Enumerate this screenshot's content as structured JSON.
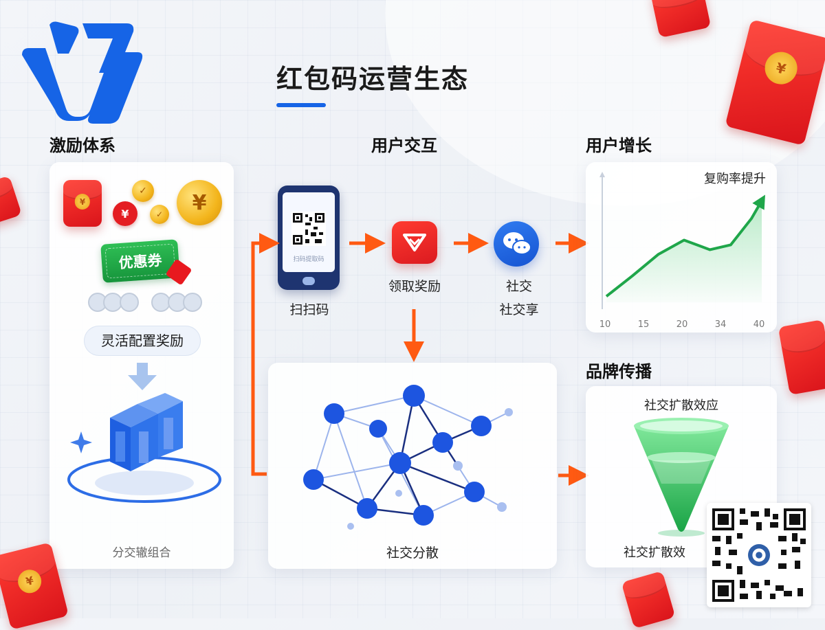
{
  "title": "红包码运营生态",
  "sections": {
    "incentive": "激励体系",
    "interaction": "用户交互",
    "growth": "用户增长",
    "brand": "品牌传播"
  },
  "incentive_card": {
    "coupon": "优惠券",
    "yuan_symbol": "¥",
    "config_pill": "灵活配置奖励",
    "bottom_label": "分交辙组合"
  },
  "interaction_flow": {
    "phone_screen_text": "扫码提取码",
    "scan_label": "扫扫码",
    "reward_label": "领取奖励",
    "social_label_1": "社交",
    "social_label_2": "社交享",
    "network_label": "社交分散"
  },
  "growth_card": {
    "chart_title": "复购率提升"
  },
  "brand_card": {
    "top_label": "社交扩散效应",
    "bottom_label": "社交扩散效"
  },
  "colors": {
    "brand_blue": "#1664e6",
    "arrow_orange": "#ff5a12",
    "chart_green": "#1fa64a",
    "red_envelope": "#e8191f"
  },
  "chart_data": {
    "type": "line",
    "title": "复购率提升",
    "x_tick_labels": [
      "10",
      "15",
      "20",
      "34",
      "40"
    ],
    "x": [
      10,
      15,
      20,
      25,
      30,
      34,
      38,
      40
    ],
    "series": [
      {
        "values": [
          5,
          22,
          40,
          52,
          44,
          48,
          70,
          85
        ]
      }
    ],
    "ylim": [
      0,
      100
    ],
    "grid": false
  }
}
